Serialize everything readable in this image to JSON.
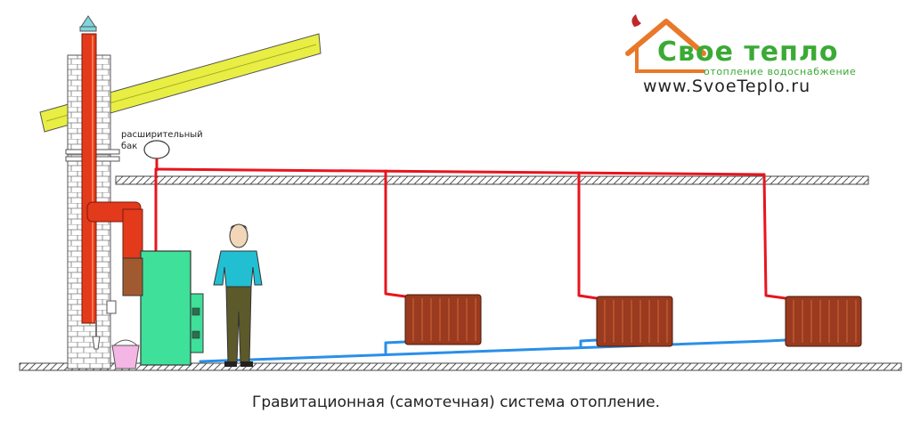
{
  "logo": {
    "brand": "Свое тепло",
    "tagline": "отопление водоснабжение",
    "url": "www.SvoeTeplo.ru",
    "house_color": "#e8782a",
    "brand_color": "#3aaa35"
  },
  "labels": {
    "expansion_tank": "расширительный бак"
  },
  "caption": "Гравитационная (самотечная) система отопление.",
  "colors": {
    "supply_pipe": "#e8141e",
    "return_pipe": "#2a8fe8",
    "boiler": "#3fe09a",
    "chimney_pipe": "#e23a1a",
    "radiator": "#9a3a1e",
    "roof": "#e8ee44",
    "bucket": "#f4b6e4"
  },
  "icons": [
    "house-logo-icon",
    "person-icon",
    "boiler-icon",
    "radiator-icon",
    "chimney-icon",
    "expansion-tank-icon",
    "bucket-icon"
  ]
}
